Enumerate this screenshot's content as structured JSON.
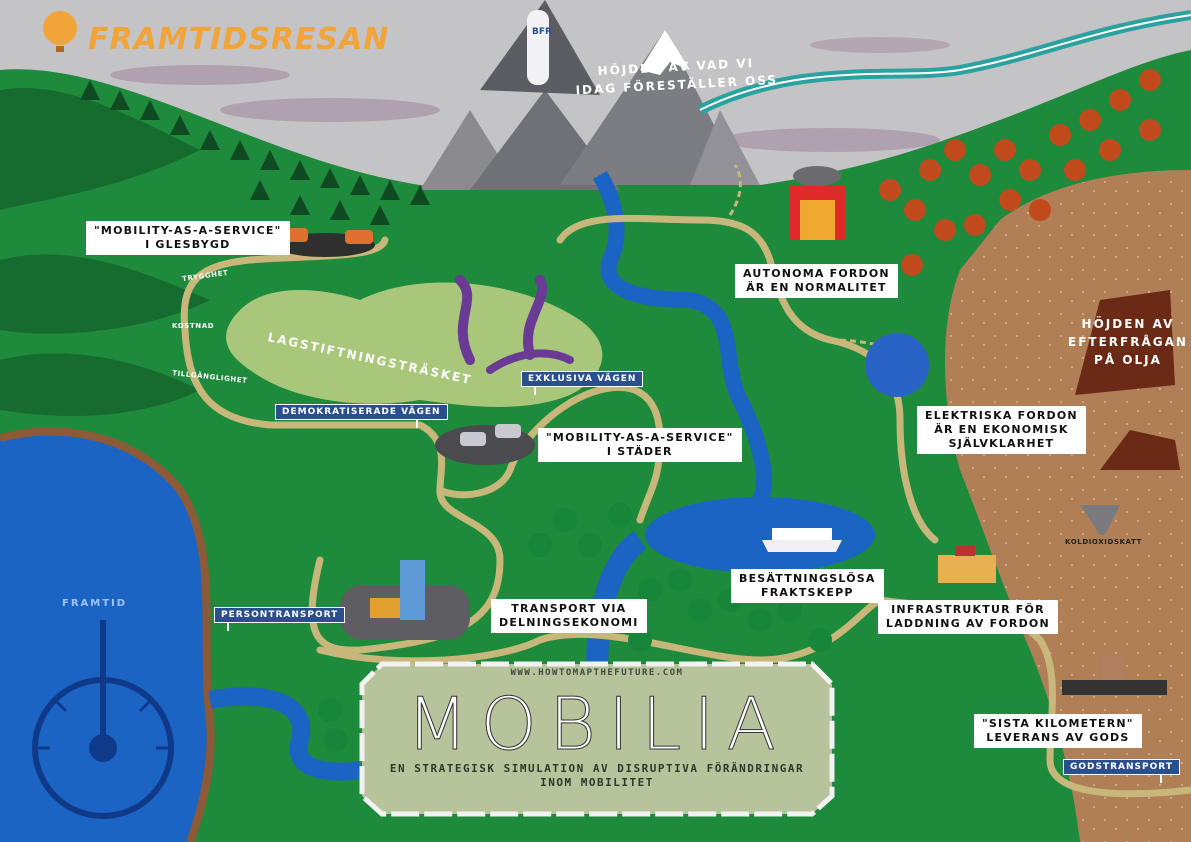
{
  "app": {
    "logo": "FRAMTIDSRESAN"
  },
  "rocket_text": "BFR",
  "labels": {
    "height_imagine": "HÖJDEN AV VAD VI\nIDAG FÖRESTÄLLER OSS",
    "oil_demand": "HÖJDEN AV\nEFTERFRÅGAN\nPÅ OLJA",
    "swamp": "LAGSTIFTNINGSTRÄSKET",
    "framtid": "FRAMTID",
    "maas_rural": "\"MOBILITY-AS-A-SERVICE\"\nI GLESBYGD",
    "autonomous": "AUTONOMA FORDON\nÄR EN NORMALITET",
    "electric": "ELEKTRISKA FORDON\nÄR EN EKONOMISK\nSJÄLVKLARHET",
    "maas_city": "\"MOBILITY-AS-A-SERVICE\"\nI STÄDER",
    "crewless": "BESÄTTNINGSLÖSA\nFRAKTSKEPP",
    "charging": "INFRASTRUKTUR FÖR\nLADDNING AV FORDON",
    "sharing": "TRANSPORT VIA\nDELNINGSEKONOMI",
    "last_mile": "\"SISTA KILOMETERN\"\nLEVERANS AV GODS"
  },
  "signs": {
    "exclusive": "EXKLUSIVA VÄGEN",
    "democratized": "DEMOKRATISERADE VÄGEN",
    "passenger": "PERSONTRANSPORT",
    "freight": "GODSTRANSPORT"
  },
  "small_labels": {
    "trygghet": "TRYGGHET",
    "kostnad": "KOSTNAD",
    "tillganglighet": "TILLGÄNGLIGHET",
    "koldioxidskatt": "KOLDIOXIDSKATT"
  },
  "title": {
    "url": "WWW.HOWTOMAPTHEFUTURE.COM",
    "main": "MOBILIA",
    "subtitle": "EN STRATEGISK SIMULATION AV DISRUPTIVA FÖRÄNDRINGAR\nINOM MOBILITET"
  },
  "colors": {
    "grass": "#1e8a3c",
    "sky": "#c4c4c6",
    "water": "#1c64c4",
    "road": "#c8b77a",
    "desert": "#b07f55",
    "sign": "#2a4f8f",
    "logo": "#f0a43a"
  }
}
